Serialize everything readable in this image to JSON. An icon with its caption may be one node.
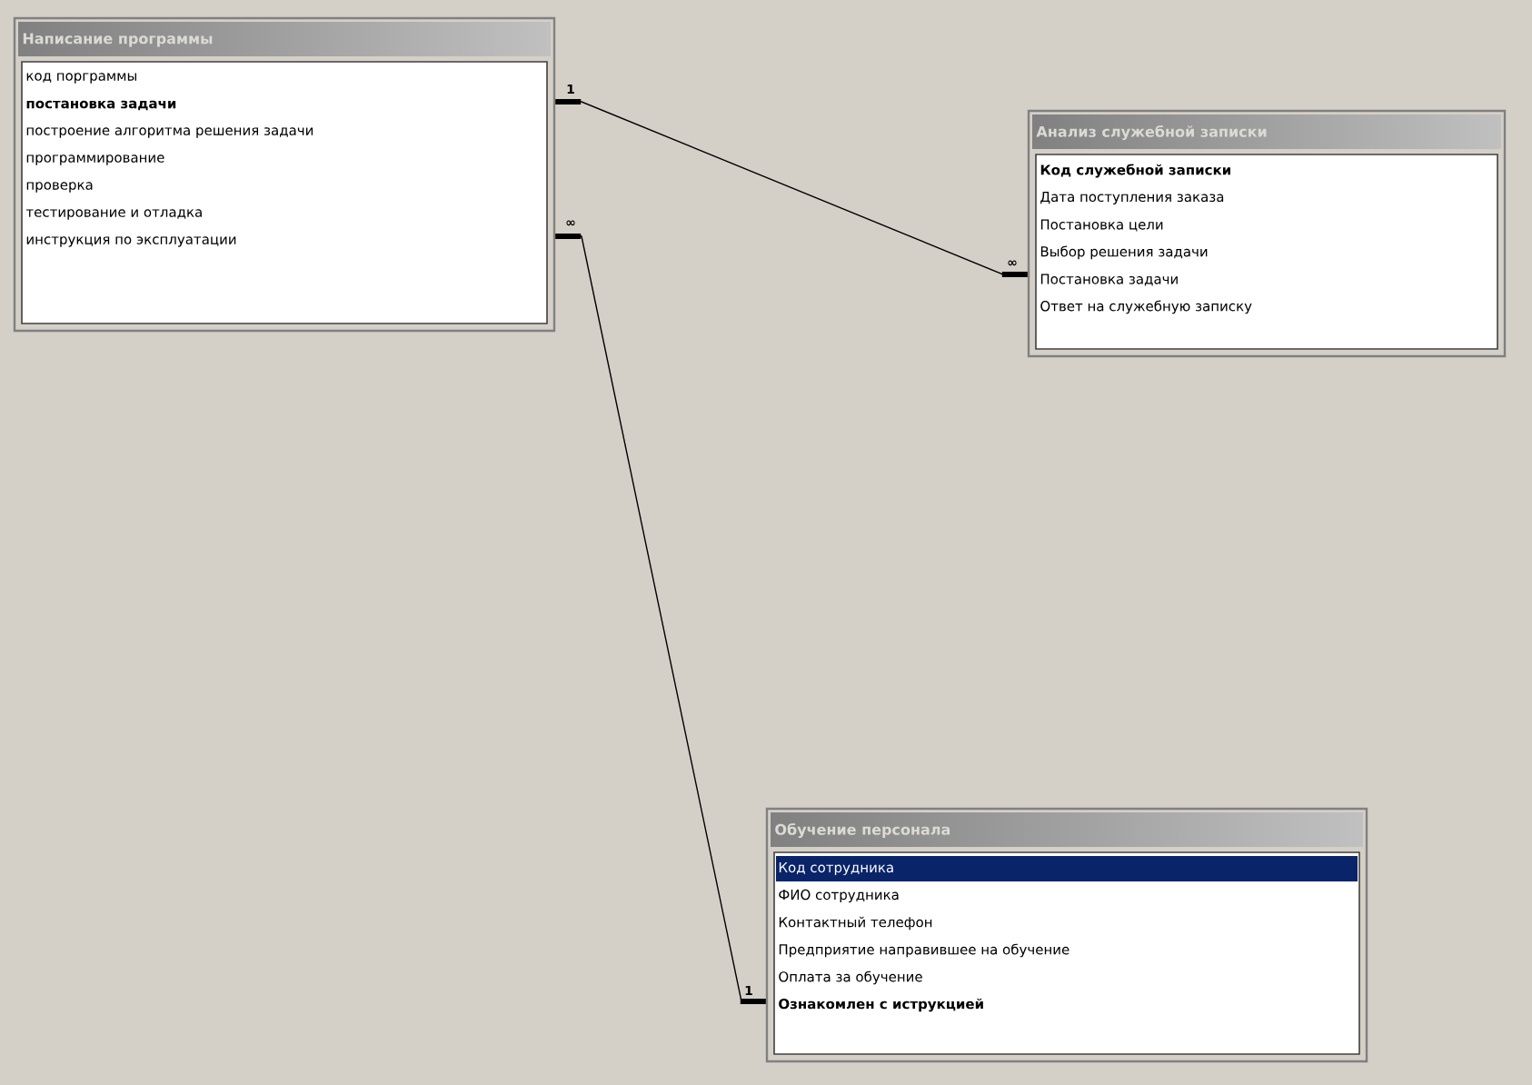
{
  "diagram": {
    "nodes": [
      {
        "text": [
          "Написание программы",
          "код порграммы",
          "**постановка  задачи**",
          "построение алгоритма решения задачи",
          "программирование",
          "проверка",
          "тестирование и отладка",
          "инструкция по  эксплуатации"
        ]
      },
      {
        "text": [
          "Анализ  служебной  записки",
          "**Код  служебной записки**",
          "Дата  поступления  заказа",
          "Постановка  цели",
          "Выбор решения  задачи",
          "Постановка  задачи",
          "Ответ на служебную записку"
        ]
      },
      {
        "text": [
          "Обучение персонала",
          "Код сотрудника",
          "ФИО сотрудника",
          "Контактный телефон",
          "Предприятие направившее  на обучение",
          "Оплата за  обучение",
          "**Ознакомлен с иструкцией**"
        ]
      }
    ],
    "edges": [
      {
        "from": 0,
        "to": 1,
        "arrow": "other"
      },
      {
        "from": 0,
        "to": 2,
        "arrow": "other"
      }
    ],
    "labels": [
      "1",
      "∞",
      "∞",
      "1"
    ]
  }
}
